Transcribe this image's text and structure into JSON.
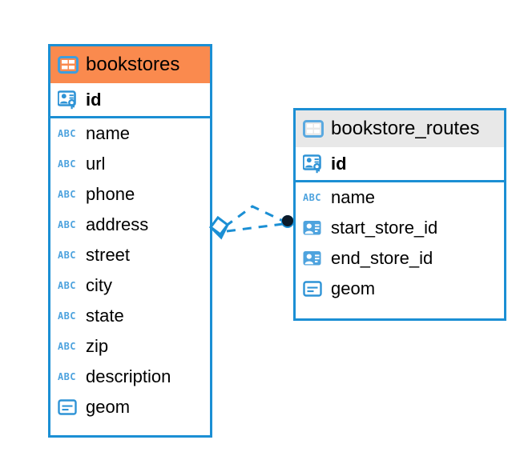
{
  "diagram": {
    "type": "entity-relationship-diagram",
    "background_color": "#ffffff",
    "accent_color": "#1b8fd4",
    "highlight_color": "#fa8a4e",
    "header_grey": "#e8e8e8"
  },
  "entities": [
    {
      "name": "bookstores",
      "header_icon": "table-icon",
      "header_style": "orange",
      "columns": [
        {
          "label": "id",
          "icon": "primary-key-icon",
          "key": "primary"
        },
        {
          "label": "name",
          "icon": "abc-text-icon",
          "key": "none"
        },
        {
          "label": "url",
          "icon": "abc-text-icon",
          "key": "none"
        },
        {
          "label": "phone",
          "icon": "abc-text-icon",
          "key": "none"
        },
        {
          "label": "address",
          "icon": "abc-text-icon",
          "key": "none"
        },
        {
          "label": "street",
          "icon": "abc-text-icon",
          "key": "none"
        },
        {
          "label": "city",
          "icon": "abc-text-icon",
          "key": "none"
        },
        {
          "label": "state",
          "icon": "abc-text-icon",
          "key": "none"
        },
        {
          "label": "zip",
          "icon": "abc-text-icon",
          "key": "none"
        },
        {
          "label": "description",
          "icon": "abc-text-icon",
          "key": "none"
        },
        {
          "label": "geom",
          "icon": "geometry-icon",
          "key": "none"
        }
      ]
    },
    {
      "name": "bookstore_routes",
      "header_icon": "table-icon",
      "header_style": "grey",
      "columns": [
        {
          "label": "id",
          "icon": "primary-key-icon",
          "key": "primary"
        },
        {
          "label": "name",
          "icon": "abc-text-icon",
          "key": "none"
        },
        {
          "label": "start_store_id",
          "icon": "foreign-key-icon",
          "key": "foreign"
        },
        {
          "label": "end_store_id",
          "icon": "foreign-key-icon",
          "key": "foreign"
        },
        {
          "label": "geom",
          "icon": "geometry-icon",
          "key": "none"
        }
      ]
    }
  ],
  "relationship": {
    "style": "dashed",
    "color": "#1b8fd4",
    "source_endpoint": "diamond-endpoint",
    "target_endpoint": "filled-circle-endpoint",
    "target_endpoint_color": "#0d1b2a"
  }
}
